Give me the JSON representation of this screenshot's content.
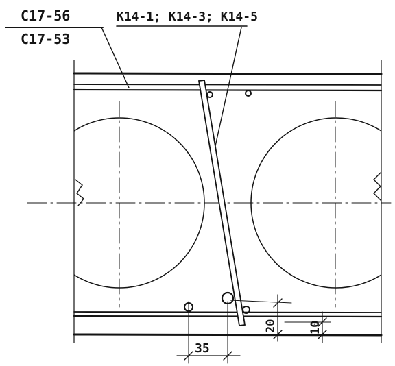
{
  "labels": {
    "mark_top": "С17-56",
    "mark_bottom": "С17-53",
    "mark_right": "К14-1; К14-3; К14-5"
  },
  "dimensions": {
    "horizontal_spacing": "35",
    "vertical_outer": "20",
    "vertical_inner": "10"
  },
  "colors": {
    "ink": "#141414",
    "background": "#ffffff"
  }
}
